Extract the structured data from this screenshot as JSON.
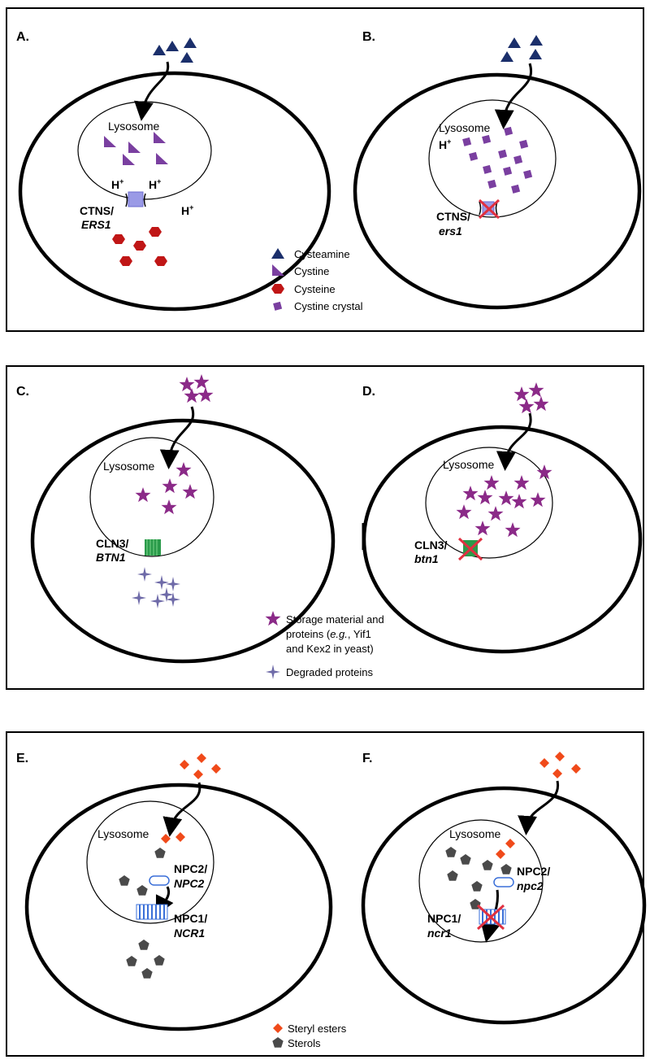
{
  "panels": {
    "a": {
      "label": "A.",
      "lysosome": "Lysosome",
      "h_plus": "H",
      "h_sup": "+",
      "gene1": "CTNS/",
      "gene2": "ERS1"
    },
    "b": {
      "label": "B.",
      "lysosome": "Lysosome",
      "h_plus": "H",
      "h_sup": "+",
      "gene1": "CTNS/",
      "gene2": "ers1"
    },
    "c": {
      "label": "C.",
      "lysosome": "Lysosome",
      "gene1": "CLN3/",
      "gene2": "BTN1"
    },
    "d": {
      "label": "D.",
      "lysosome": "Lysosome",
      "gene1": "CLN3/",
      "gene2": "btn1"
    },
    "e": {
      "label": "E.",
      "lysosome": "Lysosome",
      "npc2_1": "NPC2/",
      "npc2_2": "NPC2",
      "npc1_1": "NPC1/",
      "npc1_2": "NCR1"
    },
    "f": {
      "label": "F.",
      "lysosome": "Lysosome",
      "npc2_1": "NPC2/",
      "npc2_2": "npc2",
      "npc1_1": "NPC1/",
      "npc1_2": "ncr1"
    }
  },
  "legend1": {
    "cysteamine": "Cysteamine",
    "cystine": "Cystine",
    "cysteine": "Cysteine",
    "crystal": "Cystine crystal"
  },
  "legend2": {
    "storage_line1": "Storage material and",
    "storage_line2_a": "proteins (",
    "storage_line2_eg": "e.g.",
    "storage_line2_b": ", Yif1",
    "storage_line3": "and Kex2 in yeast)",
    "degraded": "Degraded proteins"
  },
  "legend3": {
    "steryl": "Steryl esters",
    "sterols": "Sterols"
  },
  "colors": {
    "cysteamine": "#1b2f6b",
    "cystine": "#7a3fa0",
    "cysteine": "#c01616",
    "storage": "#8b2a88",
    "degraded": "#6e6aa8",
    "steryl": "#f04a1a",
    "sterol": "#4a4a4a",
    "ctns": "#9a9ae6",
    "cln3": "#2a9a4a",
    "npc1": "#3a6fd8",
    "cross": "#e03040"
  }
}
